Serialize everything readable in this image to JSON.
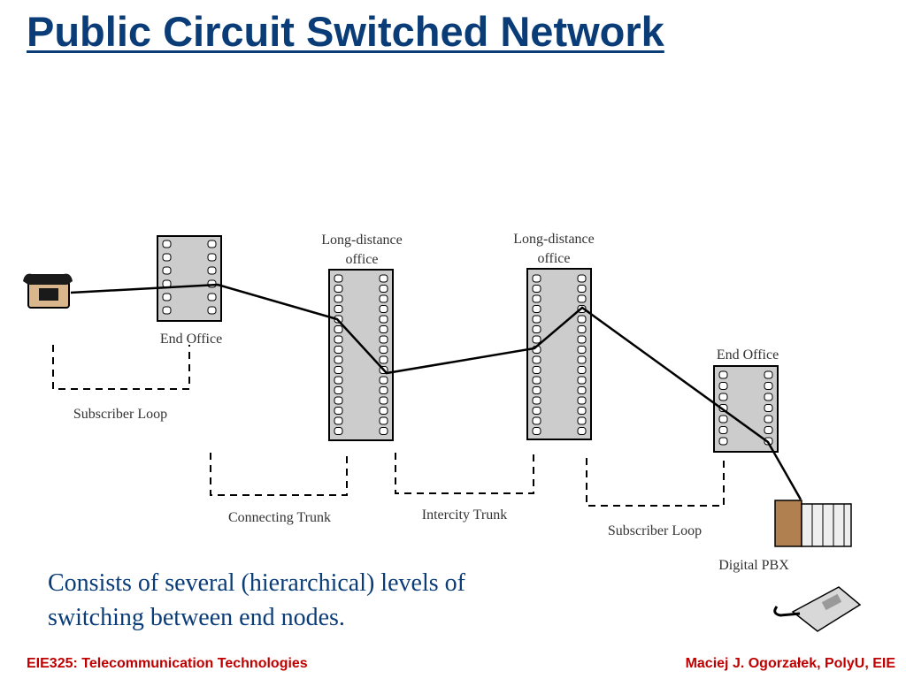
{
  "slide": {
    "title": "Public Circuit Switched Network",
    "caption_line1": "Consists of several (hierarchical) levels of",
    "caption_line2": "switching between end nodes.",
    "footer_left": "EIE325: Telecommunication Technologies",
    "footer_right": "Maciej J. Ogorzałek, PolyU, EIE"
  },
  "diagram": {
    "nodes": {
      "end_office_left": "End Office",
      "ld_office_1_line1": "Long-distance",
      "ld_office_1_line2": "office",
      "ld_office_2_line1": "Long-distance",
      "ld_office_2_line2": "office",
      "end_office_right": "End Office",
      "digital_pbx": "Digital PBX"
    },
    "links": {
      "subscriber_loop_left": "Subscriber Loop",
      "connecting_trunk": "Connecting Trunk",
      "intercity_trunk": "Intercity Trunk",
      "subscriber_loop_right": "Subscriber Loop"
    },
    "icons": [
      "telephone-icon",
      "pbx-icon",
      "desk-phone-icon"
    ]
  }
}
